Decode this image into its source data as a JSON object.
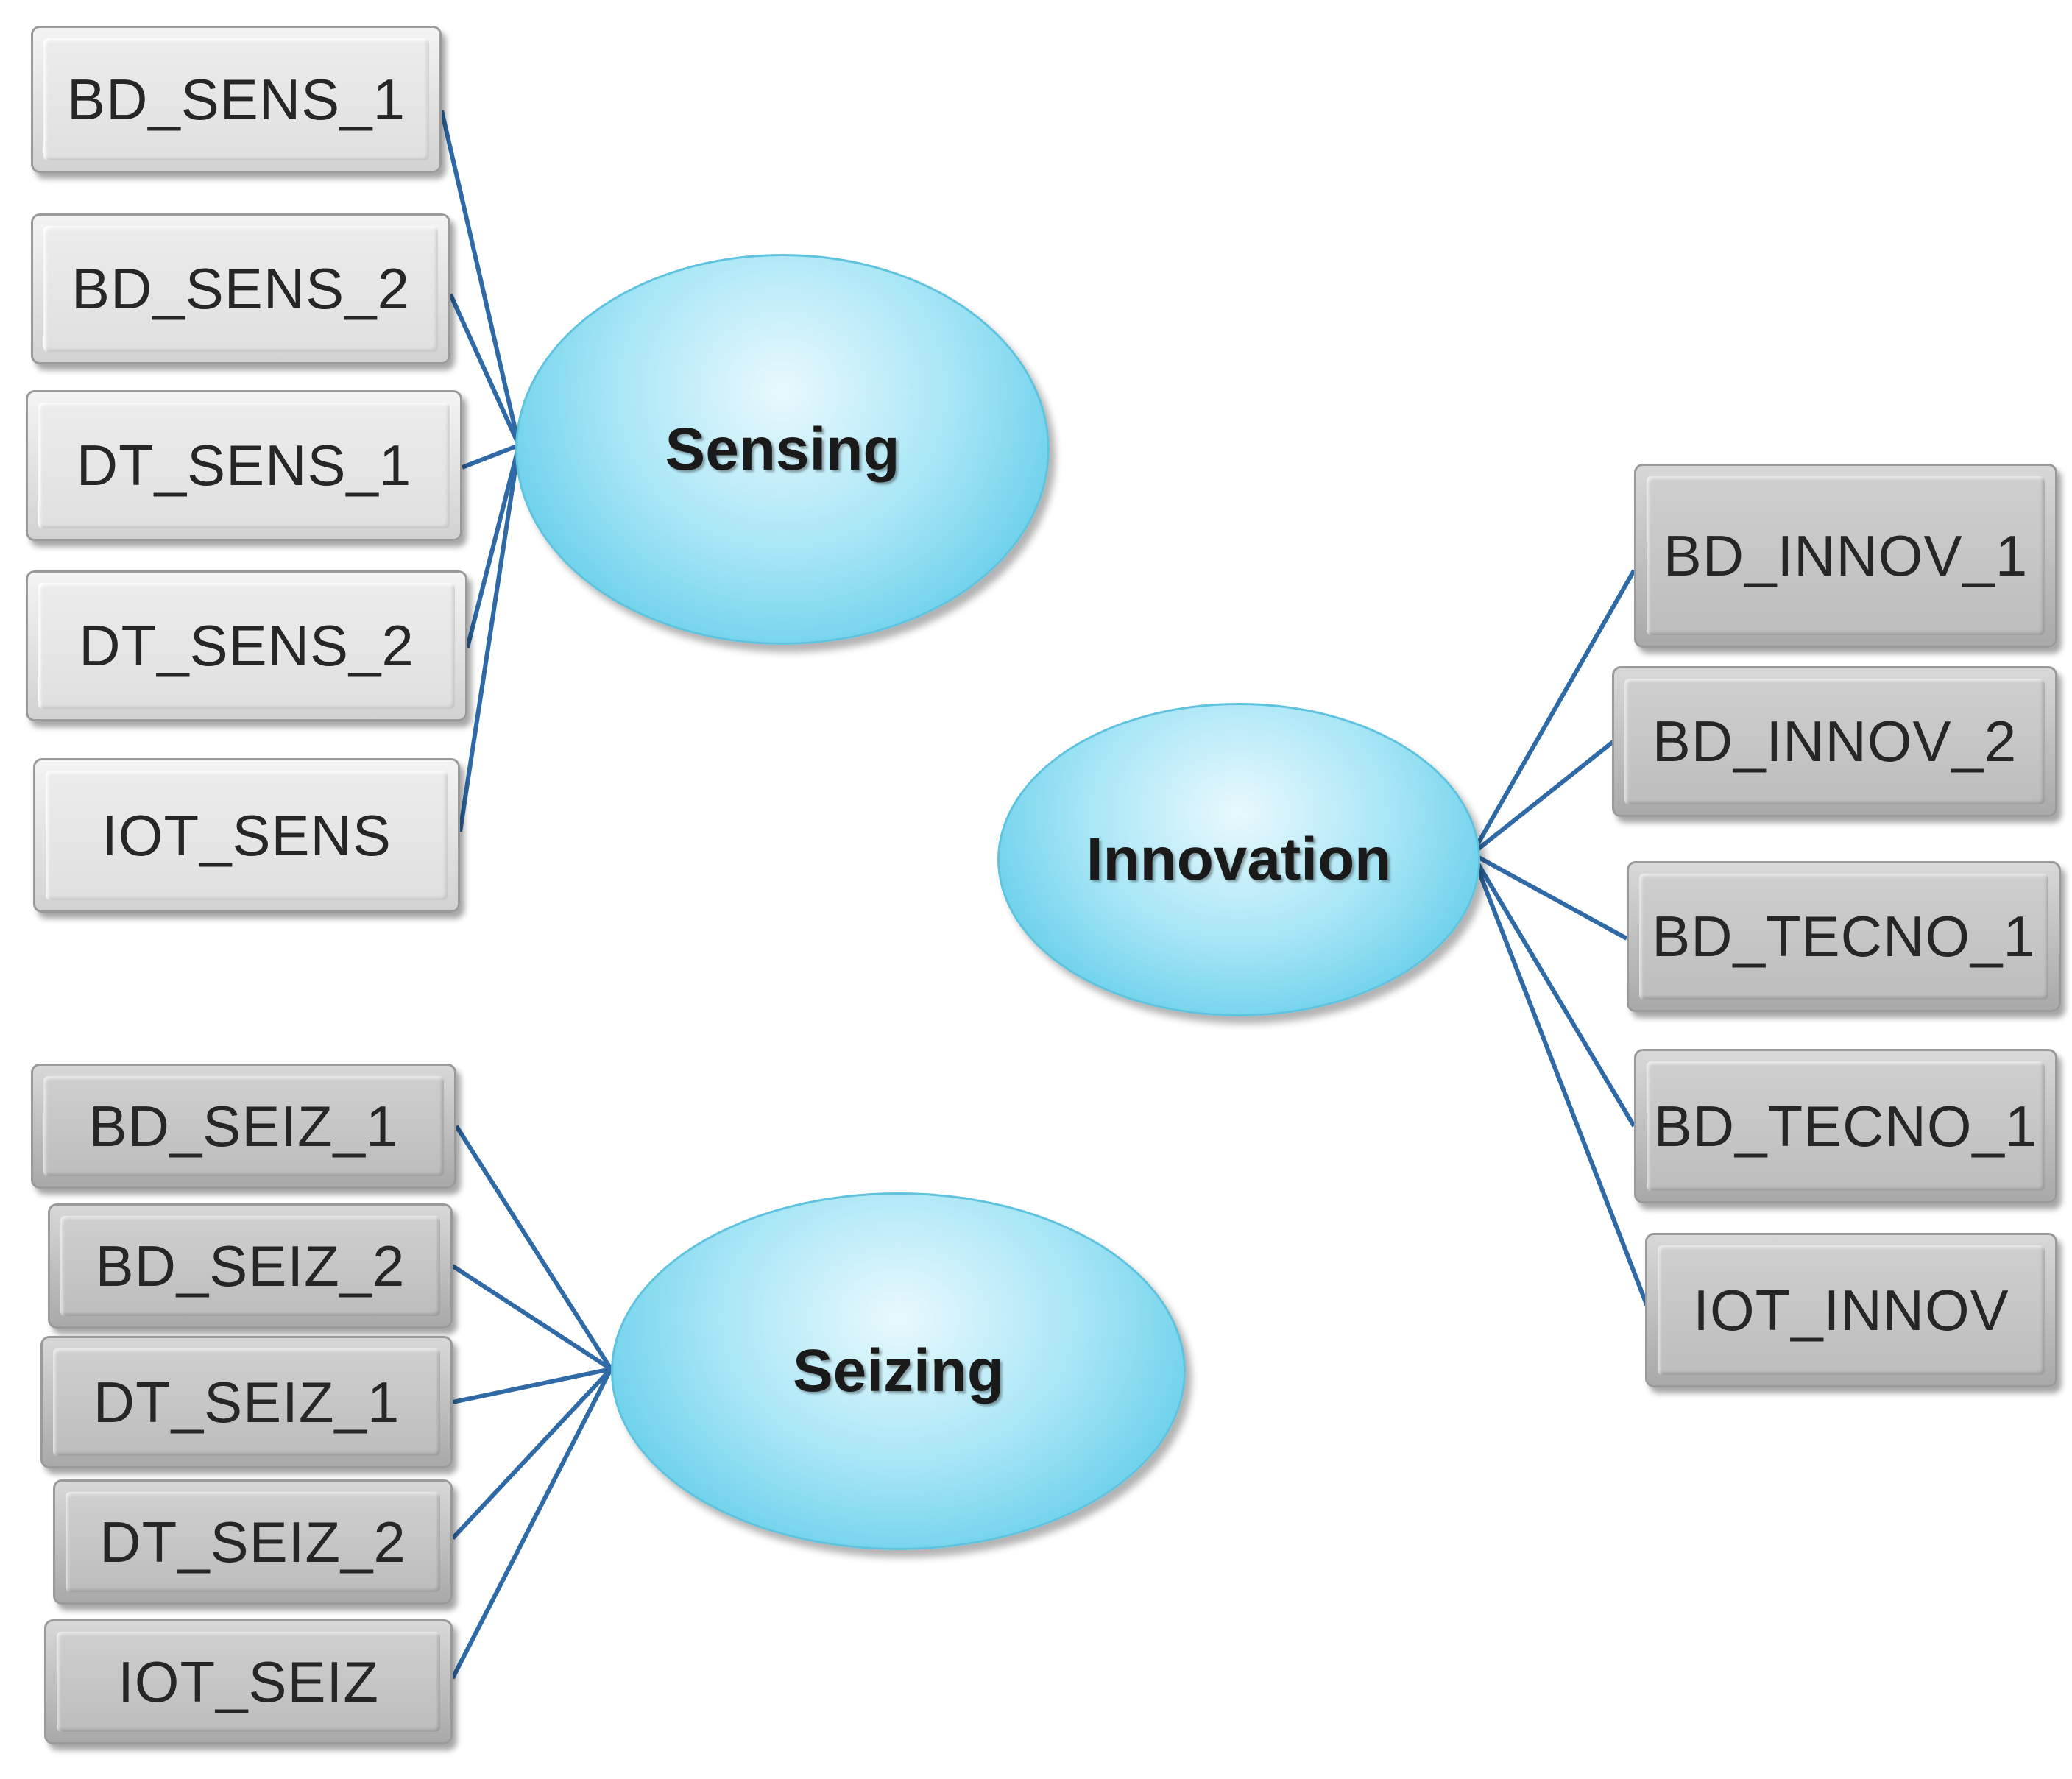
{
  "constructs": {
    "sensing": "Sensing",
    "seizing": "Seizing",
    "innovation": "Innovation"
  },
  "sensing_indicators": [
    "BD_SENS_1",
    "BD_SENS_2",
    "DT_SENS_1",
    "DT_SENS_2",
    "IOT_SENS"
  ],
  "seizing_indicators": [
    "BD_SEIZ_1",
    "BD_SEIZ_2",
    "DT_SEIZ_1",
    "DT_SEIZ_2",
    "IOT_SEIZ"
  ],
  "innovation_indicators": [
    "BD_INNOV_1",
    "BD_INNOV_2",
    "BD_TECNO_1",
    "BD_TECNO_1",
    "IOT_INNOV"
  ],
  "colors": {
    "connector": "#2f6aa6",
    "construct_fill": "#7fd6ee",
    "indicator_light": "#e3e3e3",
    "indicator_dark": "#bfbfbf"
  }
}
